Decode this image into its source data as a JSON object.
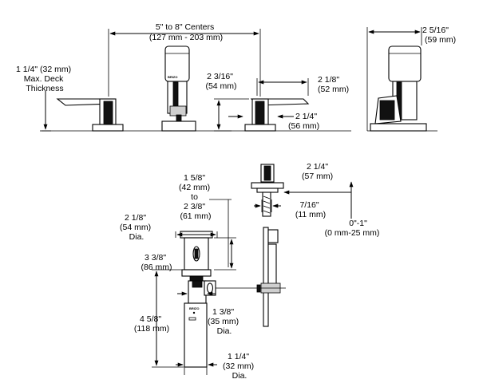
{
  "labels": {
    "centers": [
      "5\" to 8\" Centers",
      "(127 mm - 203 mm)"
    ],
    "deck_thickness": [
      "1 1/4\" (32 mm)",
      "Max. Deck",
      "Thickness"
    ],
    "handle_height": [
      "2 3/16\"",
      "(54 mm)"
    ],
    "handle_length": [
      "2 1/8\"",
      "(52 mm)"
    ],
    "handle_base": [
      "2 1/4\"",
      "(56 mm)"
    ],
    "spout_diameter": [
      "2 5/16\"",
      "(59 mm)"
    ],
    "rod_width": [
      "2 1/4\"",
      "(57 mm)"
    ],
    "rod_adjust": [
      "1 5/8\"",
      "(42 mm)",
      "to",
      "2 3/8\"",
      "(61 mm)"
    ],
    "nut_size": [
      "7/16\"",
      "(11 mm)"
    ],
    "deck_range": [
      "0\"-1\"",
      "(0 mm-25 mm)"
    ],
    "flange_dia": [
      "2 1/8\"",
      "(54 mm)",
      "Dia."
    ],
    "drain_height": [
      "3 3/8\"",
      "(86 mm)"
    ],
    "tail_dia": [
      "1 3/8\"",
      "(35 mm)",
      "Dia."
    ],
    "tail_length": [
      "4 5/8\"",
      "(118 mm)"
    ],
    "outlet_dia": [
      "1 1/4\"",
      "(32 mm)",
      "Dia."
    ],
    "brand": "BRIZO"
  }
}
